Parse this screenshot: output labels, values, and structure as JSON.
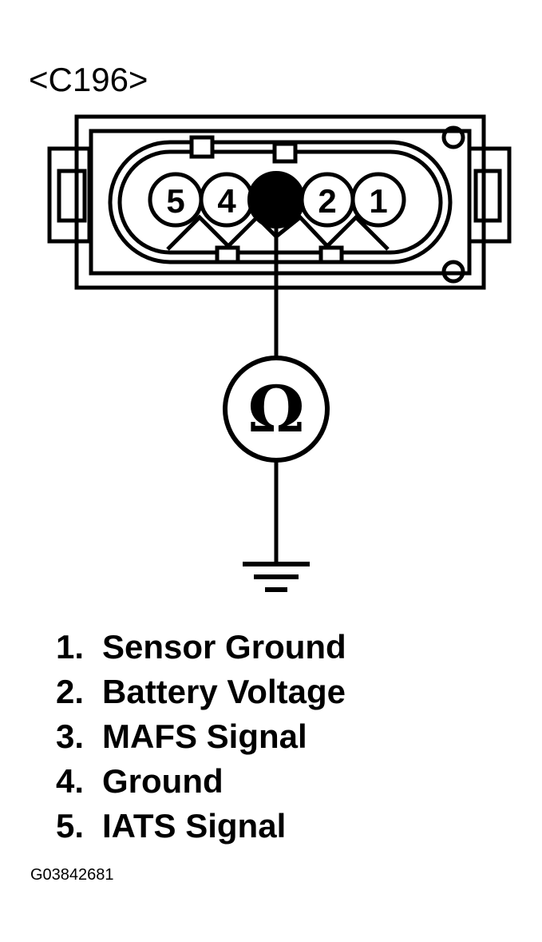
{
  "connector": {
    "label": "<C196>",
    "pins_shown": [
      "5",
      "4",
      "2",
      "1"
    ],
    "meter_symbol": "Ω",
    "meter_icon": "ohmmeter-icon",
    "ground_icon": "ground-icon"
  },
  "legend": [
    {
      "num": "1.",
      "text": "Sensor Ground"
    },
    {
      "num": "2.",
      "text": "Battery Voltage"
    },
    {
      "num": "3.",
      "text": "MAFS Signal"
    },
    {
      "num": "4.",
      "text": "Ground"
    },
    {
      "num": "5.",
      "text": "IATS Signal"
    }
  ],
  "figure_id": "G03842681"
}
